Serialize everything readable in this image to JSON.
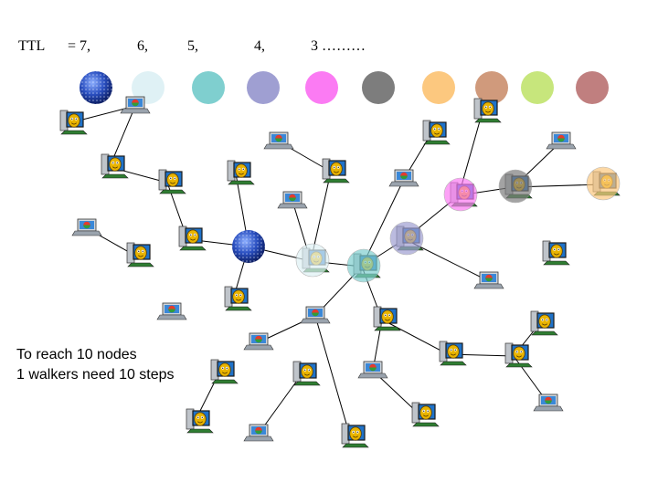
{
  "ttl_row": {
    "label": "TTL",
    "equals": "= 7,",
    "v6": "6,",
    "v5": "5,",
    "v4": "4,",
    "v3": "3 ………"
  },
  "caption": {
    "line1": "To reach 10 nodes",
    "line2": "1 walkers need 10 steps"
  },
  "colors": {
    "globe": "#2a4fc0",
    "step_colors": [
      "#dff1f5",
      "#7fcfcf",
      "#9f9fd2",
      "#fb7bf3",
      "#7d7d7d",
      "#fcc87f",
      "#d09a7c",
      "#c7e67c",
      "#c07f7f"
    ],
    "edge": "#000000",
    "monitor_screen": "#1f72c9",
    "face": "#e9b400"
  },
  "icons": {
    "node_types": [
      "laptop-icon",
      "desktop-computer-icon",
      "globe-icon"
    ]
  }
}
